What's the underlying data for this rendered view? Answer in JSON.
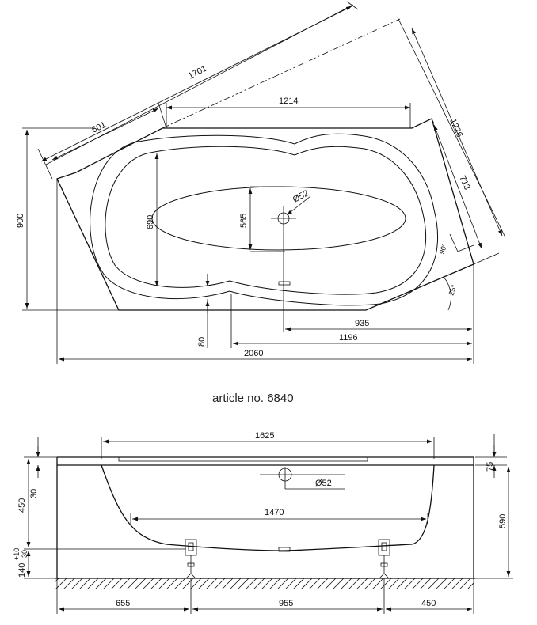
{
  "caption": "article no. 6840",
  "top_view": {
    "dims": {
      "d1701": "1701",
      "d601": "601",
      "d1214": "1214",
      "d1226": "1226",
      "d713": "713",
      "d900": "900",
      "d690": "690",
      "d565": "565",
      "d52": "Ø52",
      "d90deg": "90°",
      "d25deg": "25°",
      "d80": "80",
      "d935": "935",
      "d1196": "1196",
      "d2060": "2060"
    }
  },
  "side_view": {
    "dims": {
      "d1625": "1625",
      "d52": "Ø52",
      "d1470": "1470",
      "d75": "75",
      "d590": "590",
      "d450": "450",
      "d30": "30",
      "d140": "140",
      "d_tol_plus": "+10",
      "d_tol_minus": "-30",
      "d655": "655",
      "d955": "955",
      "d450b": "450"
    }
  }
}
